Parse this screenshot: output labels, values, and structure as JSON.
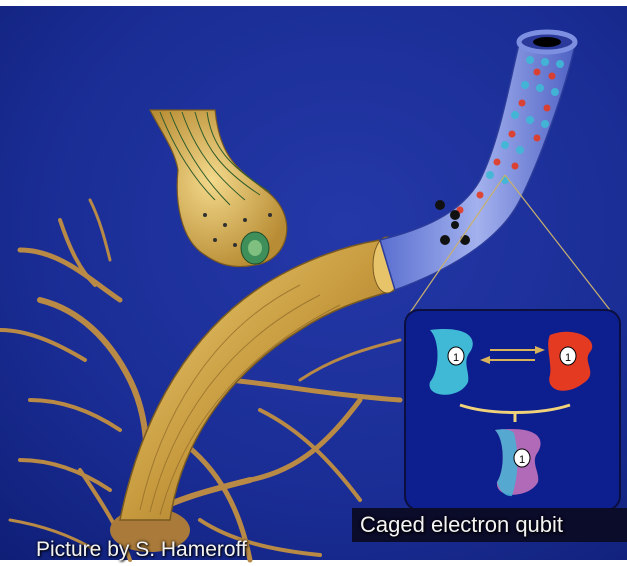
{
  "captions": {
    "credit": "Picture by S. Hameroff",
    "qubit": "Caged electron qubit"
  },
  "colors": {
    "background": "#1c2f9a",
    "background_dark": "#0a1a6a",
    "axon": "#d8b356",
    "microtubule": "#7d8fe0",
    "dendrite": "#b98a45",
    "synapse_bulb": "#e7c36a",
    "tubulin_cyan": "#3fb9d6",
    "tubulin_red": "#e43a22",
    "tubulin_mixed": "#b06ab7",
    "inset_panel": "#0d1e8e"
  },
  "icons": [
    "neuron-dendrites",
    "axon-bundle",
    "microtubule",
    "synaptic-terminal",
    "tubulin-dimer"
  ]
}
